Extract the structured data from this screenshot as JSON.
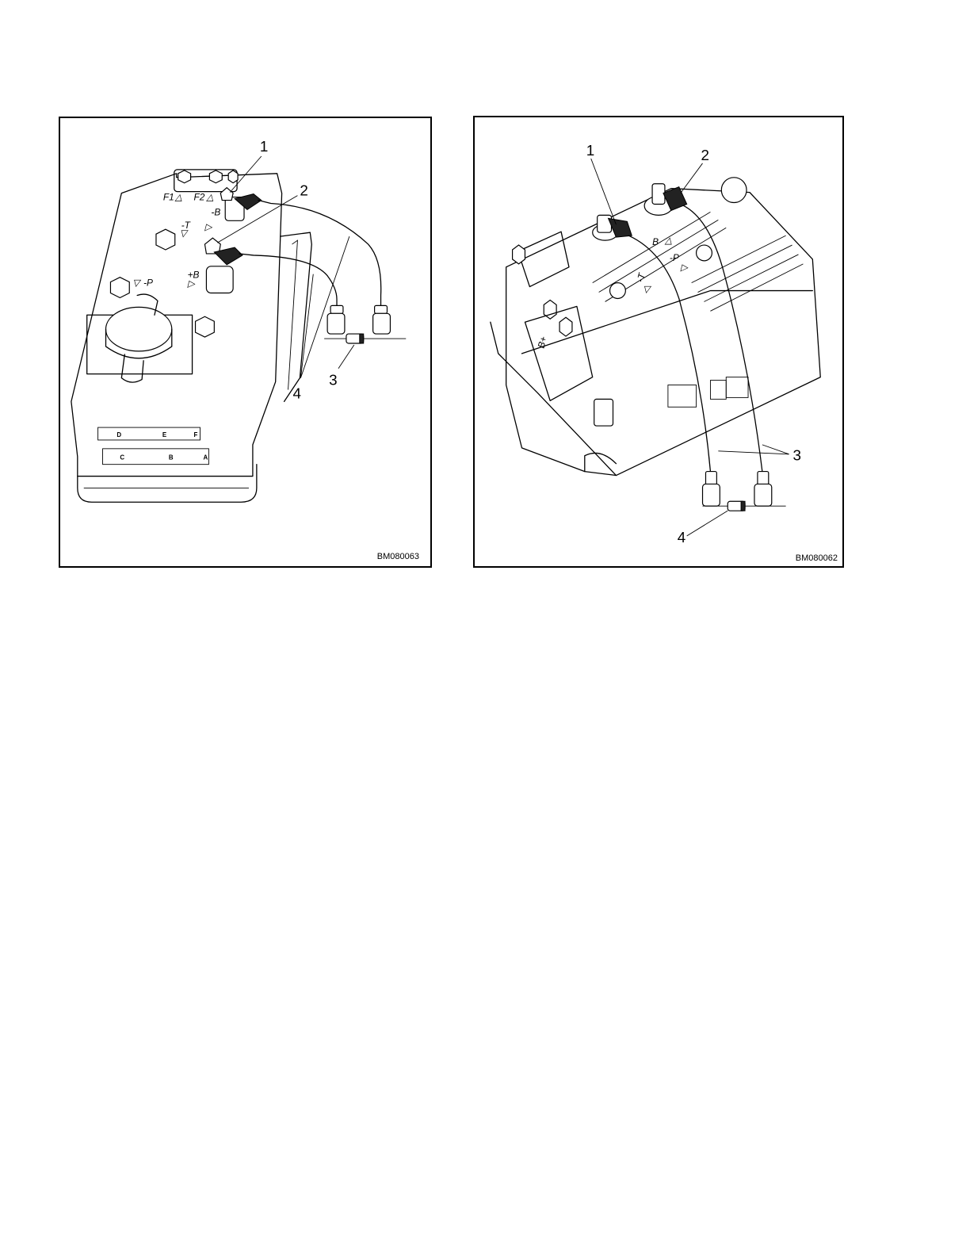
{
  "figures": [
    {
      "id": "BM080063",
      "callouts": [
        "1",
        "2",
        "3",
        "4"
      ],
      "panel_markings": [
        "F1",
        "F2",
        "-B",
        "-T",
        "+B",
        "-P"
      ],
      "connector_labels": [
        "D",
        "E",
        "F",
        "C",
        "B",
        "A"
      ]
    },
    {
      "id": "BM080062",
      "callouts": [
        "1",
        "2",
        "3",
        "4"
      ],
      "panel_markings": [
        "B",
        "-P",
        "-T",
        "B+"
      ]
    }
  ]
}
